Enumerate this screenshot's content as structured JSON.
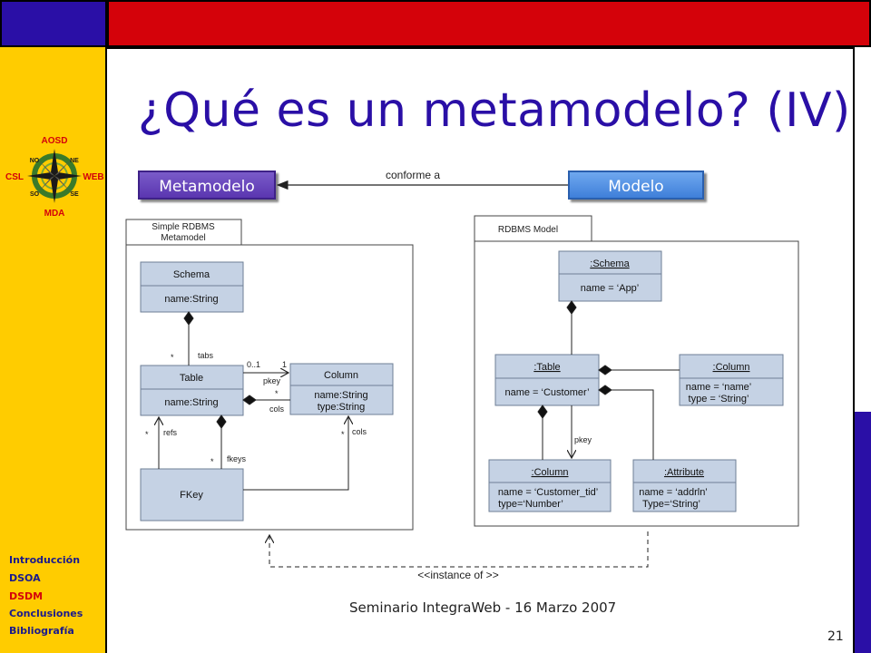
{
  "slide": {
    "title": "¿Qué es un metamodelo? (IV)",
    "footer": "Seminario IntegraWeb - 16 Marzo 2007",
    "page_number": "21"
  },
  "logo": {
    "top": "AOSD",
    "bottom": "MDA",
    "left": "CSL",
    "right": "WEB",
    "nw": "NO",
    "ne": "NE",
    "sw": "SO",
    "se": "SE"
  },
  "nav": {
    "items": [
      {
        "label": "Introducción",
        "active": false
      },
      {
        "label": "DSOA",
        "active": false
      },
      {
        "label": "DSDM",
        "active": true
      },
      {
        "label": "Conclusiones",
        "active": false
      },
      {
        "label": "Bibliografía",
        "active": false
      }
    ]
  },
  "header_boxes": {
    "metamodel": "Metamodelo",
    "model": "Modelo",
    "conforms_label": "conforme a"
  },
  "metamodel_diagram": {
    "frame_title_line1": "Simple RDBMS",
    "frame_title_line2": "Metamodel",
    "schema": {
      "name": "Schema",
      "attrs": [
        "name:String"
      ]
    },
    "table": {
      "name": "Table",
      "attrs": [
        "name:String"
      ]
    },
    "column": {
      "name": "Column",
      "attrs": [
        "name:String",
        "type:String"
      ]
    },
    "fkey": {
      "name": "FKey"
    },
    "labels": {
      "tabs": "tabs",
      "star1": "*",
      "zero_one": "0..1",
      "one": "1",
      "pkey": "pkey",
      "star2": "*",
      "cols1": "cols",
      "refs": "refs",
      "star3": "*",
      "star4": "*",
      "fkeys": "fkeys",
      "star5": "*",
      "cols2": "cols"
    }
  },
  "model_diagram": {
    "frame_title": "RDBMS Model",
    "schema": {
      "name": ":Schema",
      "attrs": [
        "name = ‘App’"
      ]
    },
    "table": {
      "name": ":Table",
      "attrs": [
        "name = ‘Customer’"
      ]
    },
    "column_top": {
      "name": ":Column",
      "attrs": [
        "name = ‘name’",
        "type = ‘String’"
      ]
    },
    "column_bottom": {
      "name": ":Column",
      "attrs": [
        "name = ‘Customer_tid’",
        "type=‘Number’"
      ]
    },
    "attribute": {
      "name": ":Attribute",
      "attrs": [
        "name = ‘addrln’",
        "Type=‘String’"
      ]
    },
    "labels": {
      "pkey": "pkey"
    }
  },
  "instance_of_label": "<<instance of >>",
  "colors": {
    "dark_blue": "#2a0fa6",
    "red": "#d4020a",
    "yellow": "#ffcc00",
    "uml_fill": "#c5d2e4",
    "uml_border": "#6e7f96"
  }
}
